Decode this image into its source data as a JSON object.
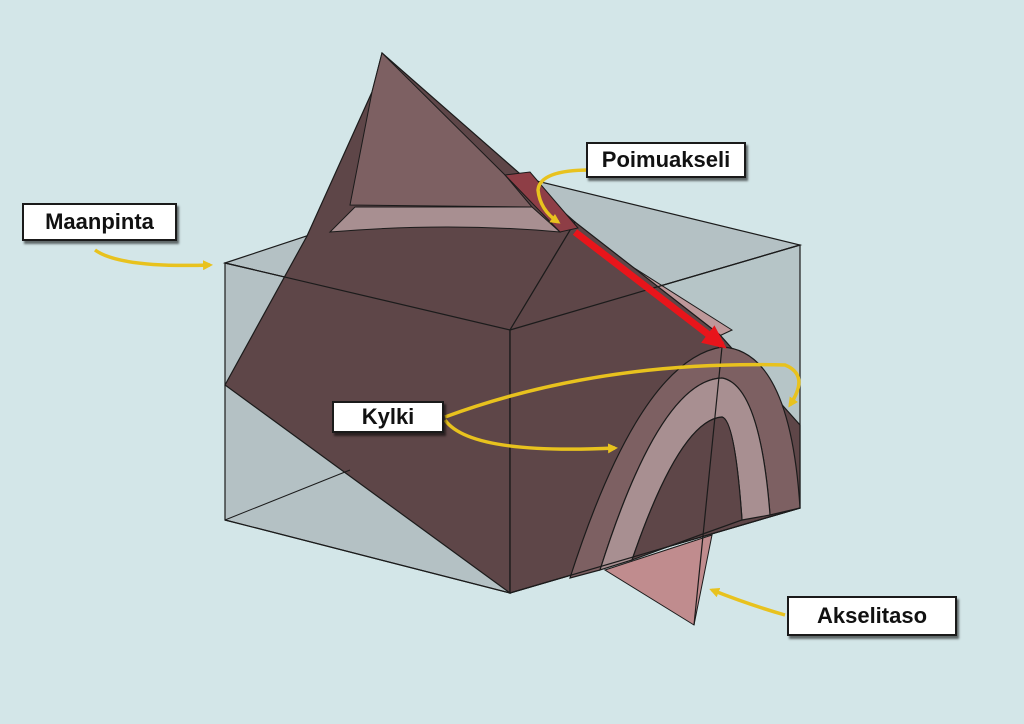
{
  "labels": {
    "ground_surface": "Maanpinta",
    "fold_axis": "Poimuakseli",
    "limb": "Kylki",
    "axial_plane": "Akselitaso"
  },
  "colors": {
    "background": "#d3e6e8",
    "block_face": "#5e4648",
    "light_layer": "#a88f91",
    "transparent_box": "#9aa3a6",
    "axial_plane": "#c08c8e",
    "callout_arrow": "#e8c21e",
    "fold_axis_arrow": "#e8151b"
  }
}
